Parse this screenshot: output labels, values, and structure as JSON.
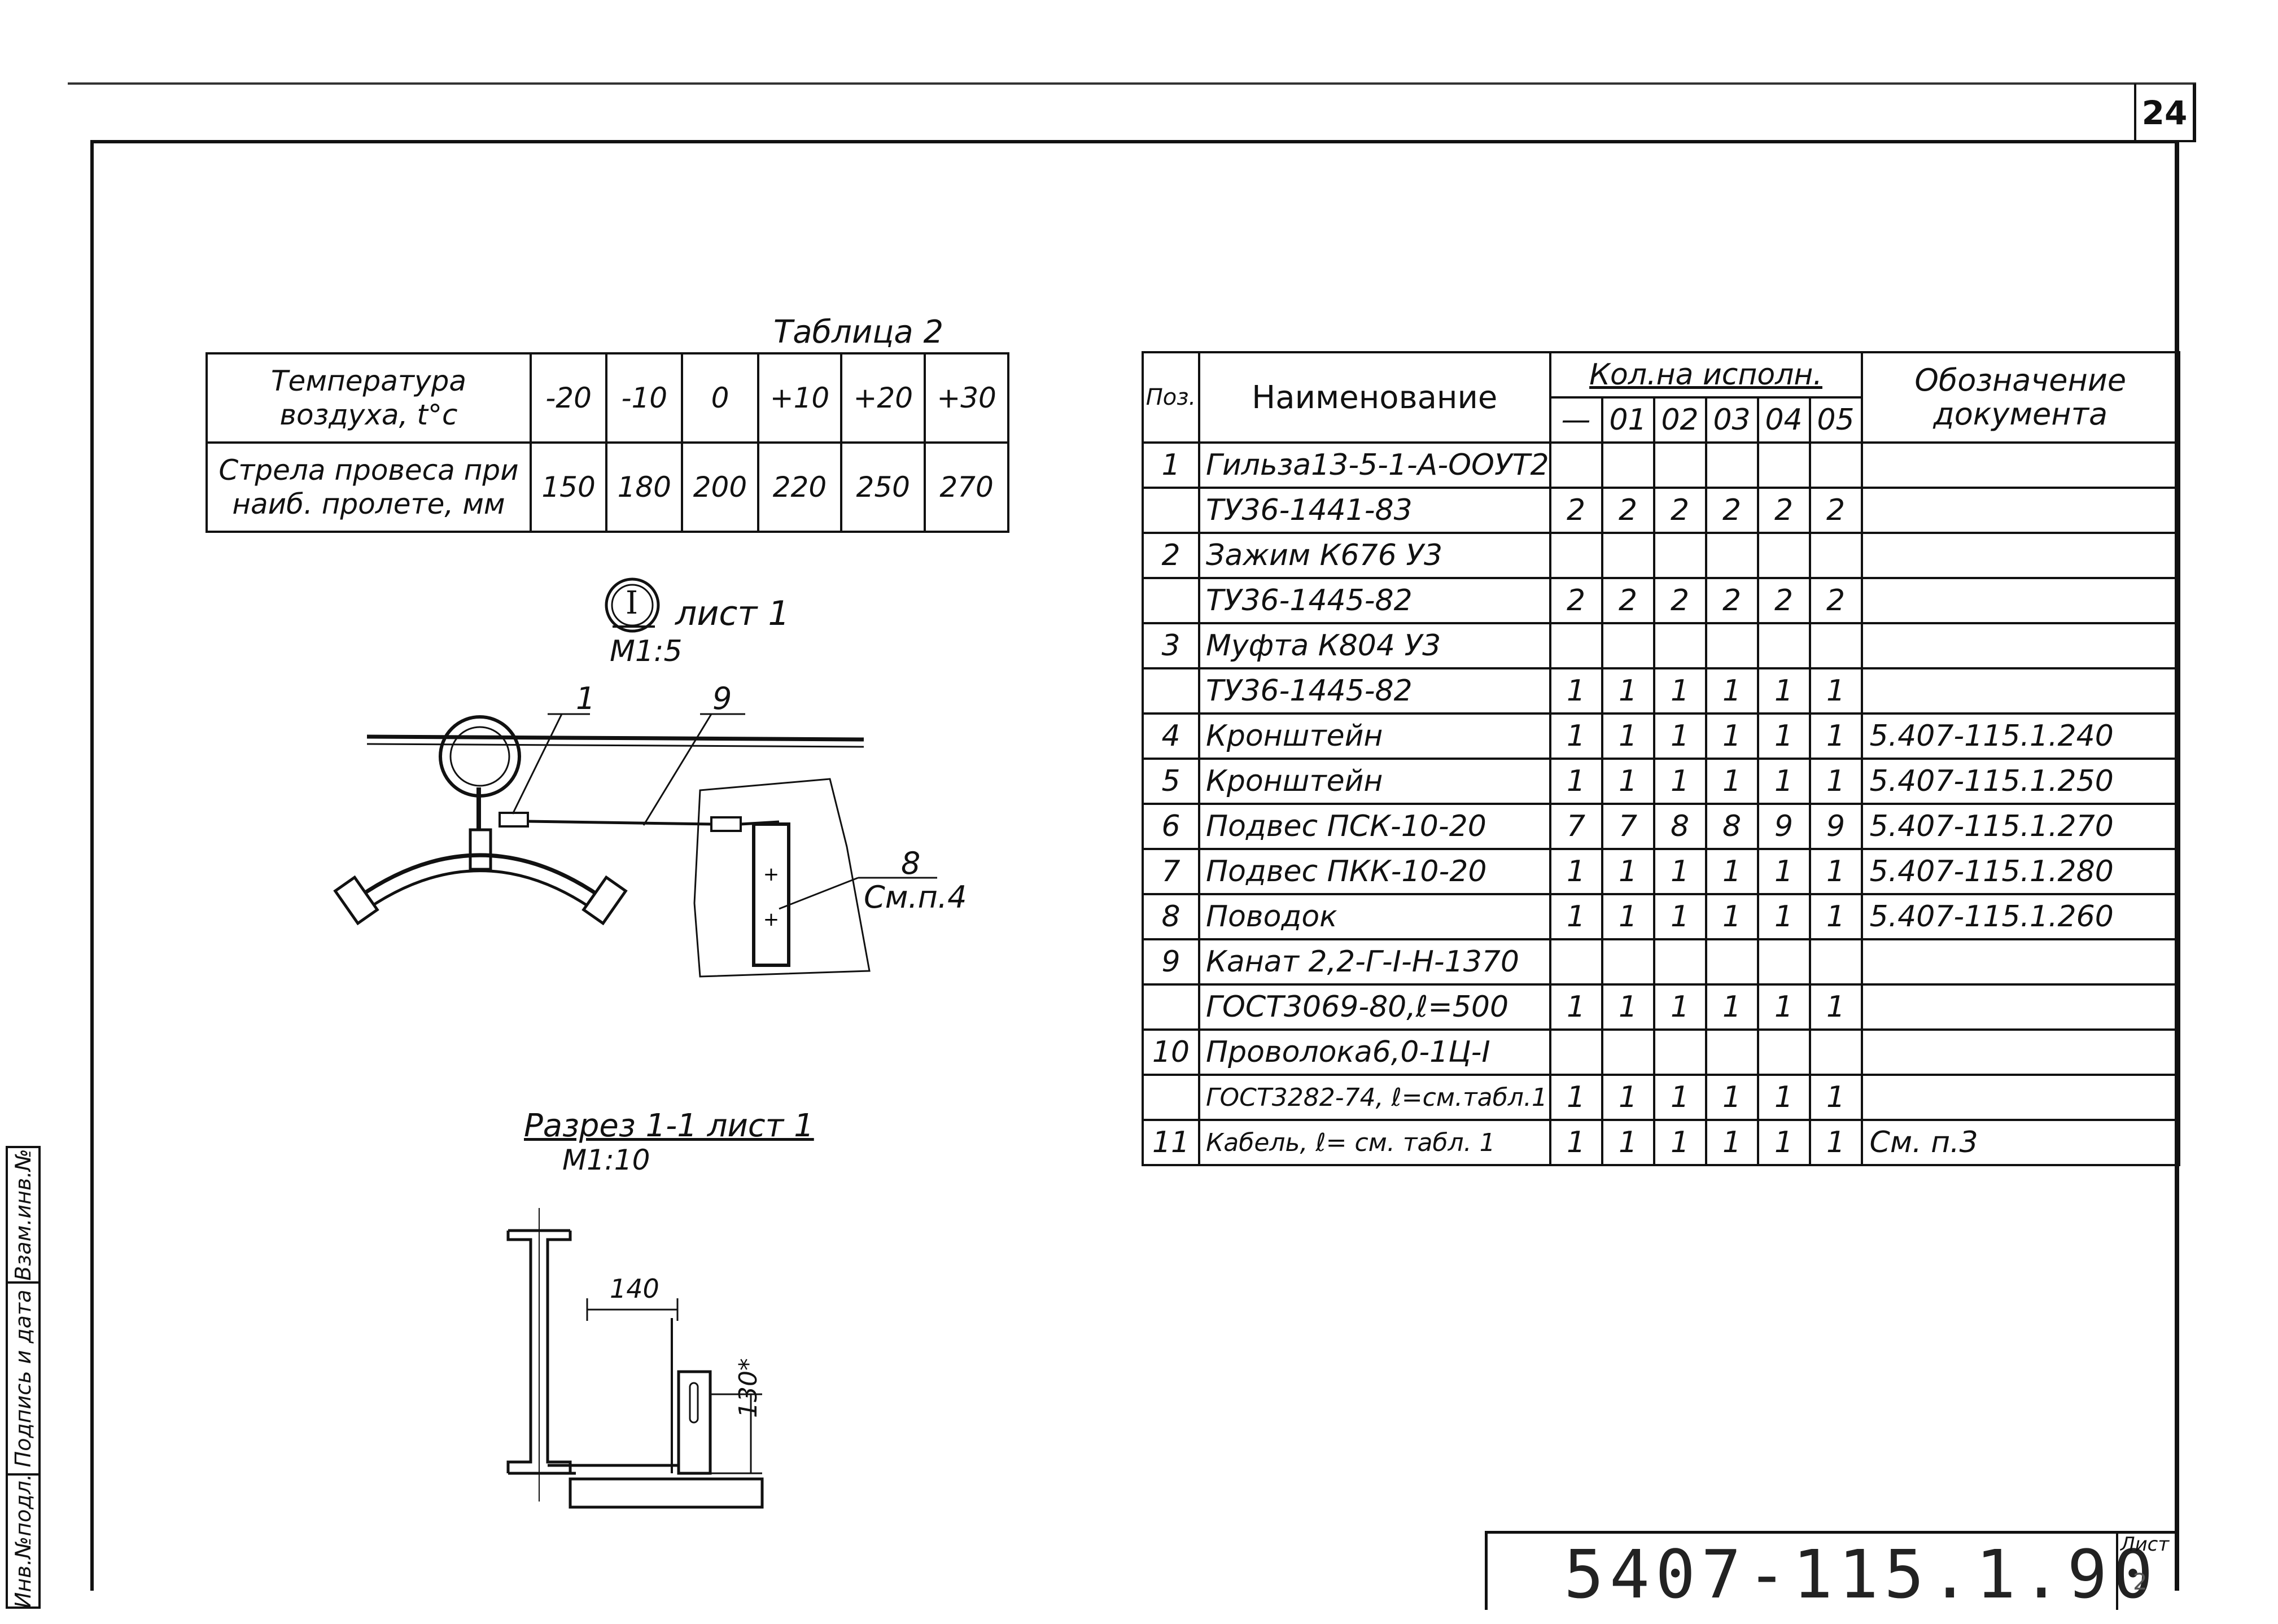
{
  "sheet": {
    "page_number": "24",
    "document_code": "5407-115.1.90",
    "list_label": "Лист",
    "list_value": "2"
  },
  "side_stamp": {
    "inventory": "Инв.№подл.",
    "signature": "Подпись и дата",
    "replace": "Взам.инв.№"
  },
  "table2": {
    "caption": "Таблица 2",
    "row1_label": "Температура воздуха, t°c",
    "row2_label": "Стрела провеса при наиб. пролете, мм",
    "temps": [
      "-20",
      "-10",
      "0",
      "+10",
      "+20",
      "+30"
    ],
    "sags": [
      "150",
      "180",
      "200",
      "220",
      "250",
      "270"
    ]
  },
  "detail": {
    "callout_mark": "I",
    "callout_sheet": "лист 1",
    "scale": "М1:5",
    "label_1": "1",
    "label_9": "9",
    "label_8": "8",
    "label_8_ref": "См.п.4"
  },
  "section": {
    "title": "Разрез 1-1 лист 1",
    "scale": "М1:10",
    "dim_140": "140",
    "dim_130": "130*"
  },
  "spec": {
    "headers": {
      "pos": "Поз.",
      "name": "Наименование",
      "qty": "Кол.на исполн.",
      "doc": "Обозначение документа",
      "variants": [
        "—",
        "01",
        "02",
        "03",
        "04",
        "05"
      ]
    },
    "rows": [
      {
        "pos": "1",
        "name": "Гильза13-5-1-А-ООУТ2",
        "q": [
          "",
          "",
          "",
          "",
          "",
          ""
        ],
        "doc": ""
      },
      {
        "pos": "",
        "name": "ТУ36-1441-83",
        "q": [
          "2",
          "2",
          "2",
          "2",
          "2",
          "2"
        ],
        "doc": ""
      },
      {
        "pos": "2",
        "name": "Зажим К676 У3",
        "q": [
          "",
          "",
          "",
          "",
          "",
          ""
        ],
        "doc": ""
      },
      {
        "pos": "",
        "name": "ТУ36-1445-82",
        "q": [
          "2",
          "2",
          "2",
          "2",
          "2",
          "2"
        ],
        "doc": ""
      },
      {
        "pos": "3",
        "name": "Муфта К804 У3",
        "q": [
          "",
          "",
          "",
          "",
          "",
          ""
        ],
        "doc": ""
      },
      {
        "pos": "",
        "name": "ТУ36-1445-82",
        "q": [
          "1",
          "1",
          "1",
          "1",
          "1",
          "1"
        ],
        "doc": ""
      },
      {
        "pos": "4",
        "name": "Кронштейн",
        "q": [
          "1",
          "1",
          "1",
          "1",
          "1",
          "1"
        ],
        "doc": "5.407-115.1.240"
      },
      {
        "pos": "5",
        "name": "Кронштейн",
        "q": [
          "1",
          "1",
          "1",
          "1",
          "1",
          "1"
        ],
        "doc": "5.407-115.1.250"
      },
      {
        "pos": "6",
        "name": "Подвес ПСК-10-20",
        "q": [
          "7",
          "7",
          "8",
          "8",
          "9",
          "9"
        ],
        "doc": "5.407-115.1.270"
      },
      {
        "pos": "7",
        "name": "Подвес ПКК-10-20",
        "q": [
          "1",
          "1",
          "1",
          "1",
          "1",
          "1"
        ],
        "doc": "5.407-115.1.280"
      },
      {
        "pos": "8",
        "name": "Поводок",
        "q": [
          "1",
          "1",
          "1",
          "1",
          "1",
          "1"
        ],
        "doc": "5.407-115.1.260"
      },
      {
        "pos": "9",
        "name": "Канат 2,2-Г-I-Н-1370",
        "q": [
          "",
          "",
          "",
          "",
          "",
          ""
        ],
        "doc": ""
      },
      {
        "pos": "",
        "name": "ГОСТ3069-80,ℓ=500",
        "q": [
          "1",
          "1",
          "1",
          "1",
          "1",
          "1"
        ],
        "doc": ""
      },
      {
        "pos": "10",
        "name": "Проволока6,0-1Ц-I",
        "q": [
          "",
          "",
          "",
          "",
          "",
          ""
        ],
        "doc": ""
      },
      {
        "pos": "",
        "name": "ГОСТ3282-74, ℓ=см.табл.1",
        "q": [
          "1",
          "1",
          "1",
          "1",
          "1",
          "1"
        ],
        "doc": ""
      },
      {
        "pos": "11",
        "name": "Кабель, ℓ= см. табл. 1",
        "q": [
          "1",
          "1",
          "1",
          "1",
          "1",
          "1"
        ],
        "doc": "См. п.3"
      }
    ]
  }
}
